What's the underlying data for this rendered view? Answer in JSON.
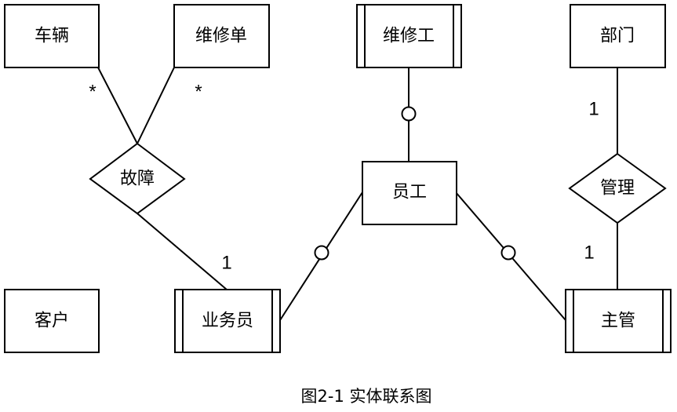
{
  "entities": {
    "vehicle": "车辆",
    "repair_order": "维修单",
    "repair_worker": "维修工",
    "department": "部门",
    "employee": "员工",
    "customer": "客户",
    "salesperson": "业务员",
    "supervisor": "主管"
  },
  "relationships": {
    "fault": "故障",
    "manage": "管理"
  },
  "cardinalities": {
    "vehicle_fault": "*",
    "repair_order_fault": "*",
    "fault_salesperson": "1",
    "department_manage": "1",
    "manage_supervisor": "1"
  },
  "caption": "图2-1 实体联系图"
}
